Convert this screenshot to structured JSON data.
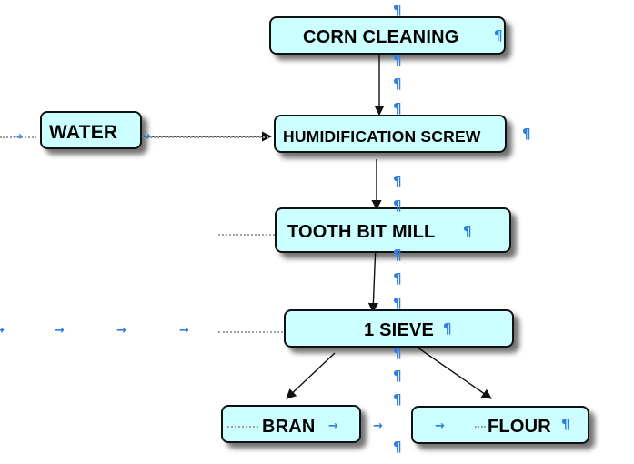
{
  "diagram": {
    "title": "",
    "node_fill": "#ccffff",
    "formatting_mark_color": "#2f7fe0",
    "nodes": [
      {
        "id": "corn-cleaning",
        "label": "CORN CLEANING"
      },
      {
        "id": "water",
        "label": "WATER"
      },
      {
        "id": "humidification-screw",
        "label": "HUMIDIFICATION SCREW"
      },
      {
        "id": "tooth-bit-mill",
        "label": "TOOTH BIT MILL"
      },
      {
        "id": "sieve",
        "label": "1 SIEVE"
      },
      {
        "id": "bran",
        "label": "BRAN"
      },
      {
        "id": "flour",
        "label": "FLOUR"
      }
    ],
    "edges": [
      {
        "from": "corn-cleaning",
        "to": "humidification-screw"
      },
      {
        "from": "water",
        "to": "humidification-screw"
      },
      {
        "from": "humidification-screw",
        "to": "tooth-bit-mill"
      },
      {
        "from": "tooth-bit-mill",
        "to": "sieve"
      },
      {
        "from": "sieve",
        "to": "bran"
      },
      {
        "from": "sieve",
        "to": "flour"
      }
    ],
    "marks": {
      "pilcrow": "¶",
      "tab_arrow": "→"
    }
  }
}
